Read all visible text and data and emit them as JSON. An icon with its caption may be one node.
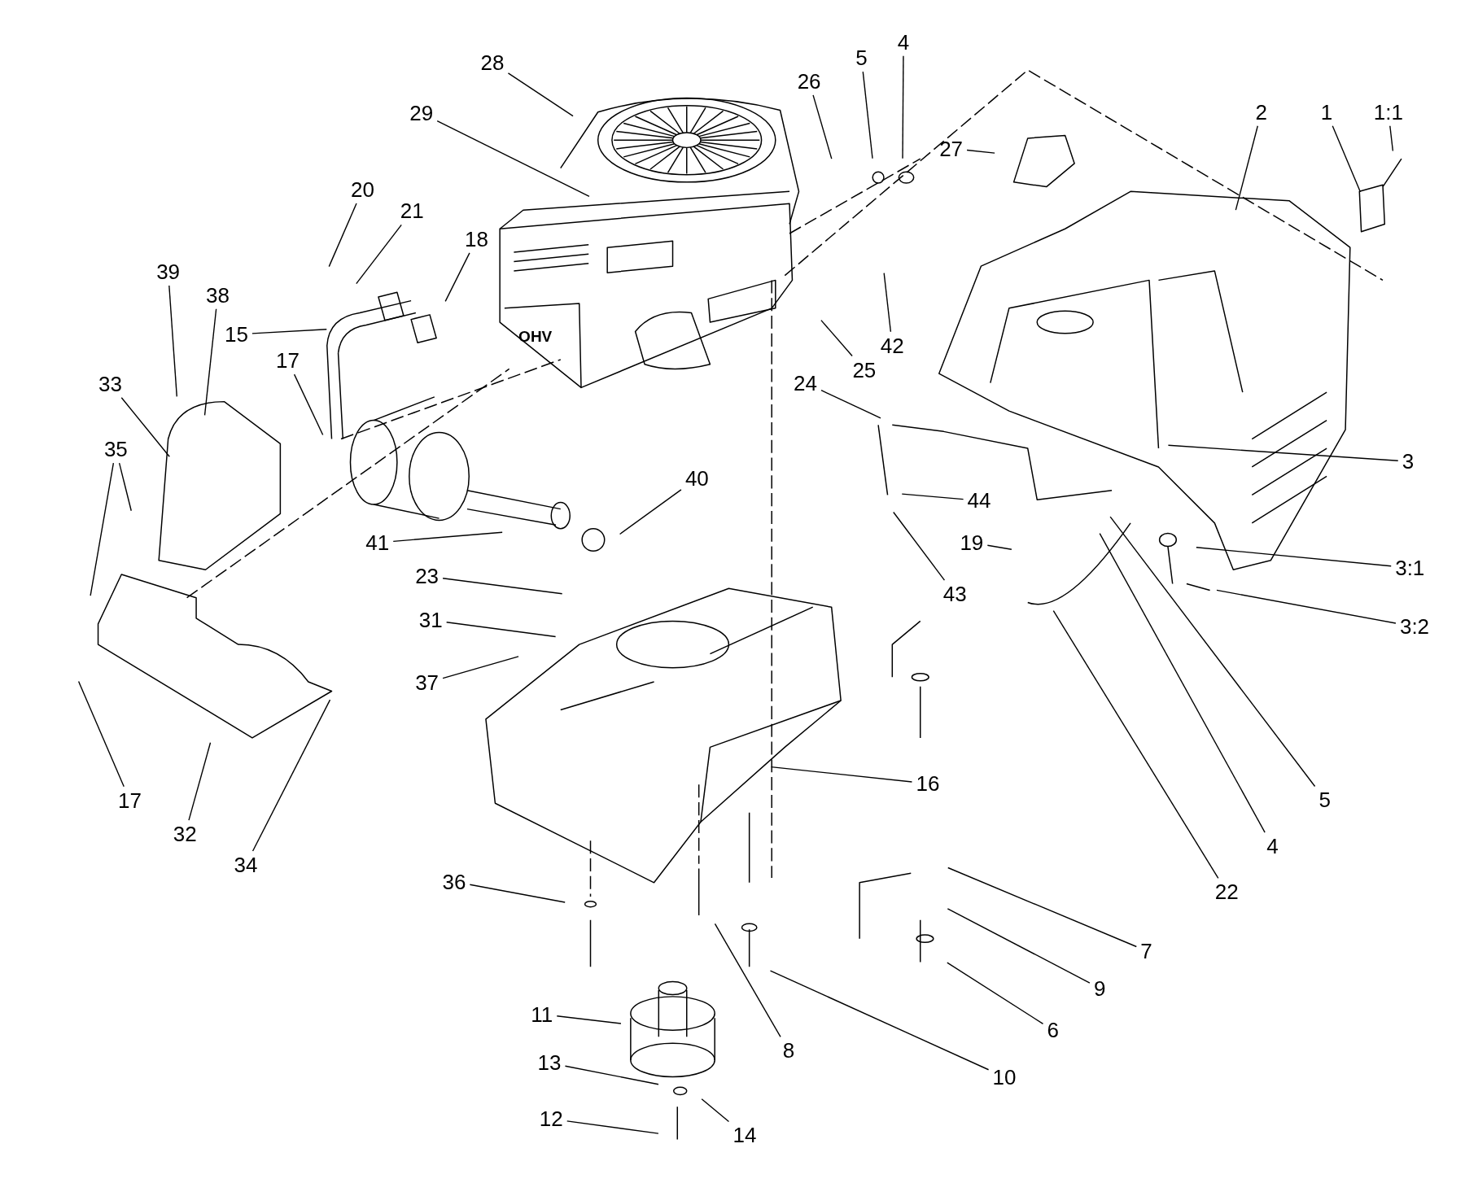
{
  "diagram": {
    "nodes": [
      {
        "text": [
          "28"
        ]
      },
      {
        "text": [
          "29"
        ]
      },
      {
        "text": [
          "26"
        ]
      },
      {
        "text": [
          "5"
        ]
      },
      {
        "text": [
          "4"
        ]
      },
      {
        "text": [
          "27"
        ]
      },
      {
        "text": [
          "2"
        ]
      },
      {
        "text": [
          "1"
        ]
      },
      {
        "text": [
          "1:1"
        ]
      },
      {
        "text": [
          "20"
        ]
      },
      {
        "text": [
          "21"
        ]
      },
      {
        "text": [
          "18"
        ]
      },
      {
        "text": [
          "39"
        ]
      },
      {
        "text": [
          "38"
        ]
      },
      {
        "text": [
          "15"
        ]
      },
      {
        "text": [
          "17"
        ]
      },
      {
        "text": [
          "42"
        ]
      },
      {
        "text": [
          "25"
        ]
      },
      {
        "text": [
          "33"
        ]
      },
      {
        "text": [
          "24"
        ]
      },
      {
        "text": [
          "35"
        ]
      },
      {
        "text": [
          "3"
        ]
      },
      {
        "text": [
          "40"
        ]
      },
      {
        "text": [
          "44"
        ]
      },
      {
        "text": [
          "41"
        ]
      },
      {
        "text": [
          "19"
        ]
      },
      {
        "text": [
          "3:1"
        ]
      },
      {
        "text": [
          "23"
        ]
      },
      {
        "text": [
          "43"
        ]
      },
      {
        "text": [
          "3:2"
        ]
      },
      {
        "text": [
          "31"
        ]
      },
      {
        "text": [
          "37"
        ]
      },
      {
        "text": [
          "16"
        ]
      },
      {
        "text": [
          "17"
        ]
      },
      {
        "text": [
          "5"
        ]
      },
      {
        "text": [
          "32"
        ]
      },
      {
        "text": [
          "4"
        ]
      },
      {
        "text": [
          "34"
        ]
      },
      {
        "text": [
          "36"
        ]
      },
      {
        "text": [
          "22"
        ]
      },
      {
        "text": [
          "7"
        ]
      },
      {
        "text": [
          "9"
        ]
      },
      {
        "text": [
          "11"
        ]
      },
      {
        "text": [
          "6"
        ]
      },
      {
        "text": [
          "8"
        ]
      },
      {
        "text": [
          "13"
        ]
      },
      {
        "text": [
          "10"
        ]
      },
      {
        "text": [
          "12"
        ]
      },
      {
        "text": [
          "14"
        ]
      }
    ],
    "edges": [
      {
        "from": 0,
        "to": null,
        "arrow": "none"
      },
      {
        "from": 1,
        "to": null,
        "arrow": "none"
      },
      {
        "from": 2,
        "to": null,
        "arrow": "none"
      },
      {
        "from": 3,
        "to": null,
        "arrow": "none"
      },
      {
        "from": 4,
        "to": null,
        "arrow": "none"
      },
      {
        "from": 5,
        "to": null,
        "arrow": "none"
      },
      {
        "from": 6,
        "to": null,
        "arrow": "none"
      },
      {
        "from": 7,
        "to": null,
        "arrow": "none"
      },
      {
        "from": 8,
        "to": null,
        "arrow": "none"
      },
      {
        "from": 9,
        "to": null,
        "arrow": "none"
      },
      {
        "from": 10,
        "to": null,
        "arrow": "none"
      },
      {
        "from": 11,
        "to": null,
        "arrow": "none"
      },
      {
        "from": 12,
        "to": null,
        "arrow": "none"
      },
      {
        "from": 13,
        "to": null,
        "arrow": "none"
      },
      {
        "from": 14,
        "to": null,
        "arrow": "none"
      },
      {
        "from": 15,
        "to": null,
        "arrow": "none"
      },
      {
        "from": 16,
        "to": null,
        "arrow": "none"
      },
      {
        "from": 17,
        "to": null,
        "arrow": "none"
      },
      {
        "from": 18,
        "to": null,
        "arrow": "none"
      },
      {
        "from": 19,
        "to": null,
        "arrow": "none"
      },
      {
        "from": 20,
        "to": null,
        "arrow": "none"
      },
      {
        "from": 20,
        "to": null,
        "arrow": "none"
      },
      {
        "from": 21,
        "to": null,
        "arrow": "none"
      },
      {
        "from": 22,
        "to": null,
        "arrow": "none"
      },
      {
        "from": 23,
        "to": null,
        "arrow": "none"
      },
      {
        "from": 24,
        "to": null,
        "arrow": "none"
      },
      {
        "from": 25,
        "to": null,
        "arrow": "none"
      },
      {
        "from": 26,
        "to": null,
        "arrow": "none"
      },
      {
        "from": 27,
        "to": null,
        "arrow": "none"
      },
      {
        "from": 28,
        "to": null,
        "arrow": "none"
      },
      {
        "from": 29,
        "to": null,
        "arrow": "none"
      },
      {
        "from": 30,
        "to": null,
        "arrow": "none"
      },
      {
        "from": 31,
        "to": null,
        "arrow": "none"
      },
      {
        "from": 32,
        "to": null,
        "arrow": "none"
      },
      {
        "from": 33,
        "to": null,
        "arrow": "none"
      },
      {
        "from": 34,
        "to": null,
        "arrow": "none"
      },
      {
        "from": 35,
        "to": null,
        "arrow": "none"
      },
      {
        "from": 36,
        "to": null,
        "arrow": "none"
      },
      {
        "from": 37,
        "to": null,
        "arrow": "none"
      },
      {
        "from": 38,
        "to": null,
        "arrow": "none"
      },
      {
        "from": 39,
        "to": null,
        "arrow": "none"
      },
      {
        "from": 40,
        "to": null,
        "arrow": "none"
      },
      {
        "from": 41,
        "to": null,
        "arrow": "none"
      },
      {
        "from": 42,
        "to": null,
        "arrow": "none"
      },
      {
        "from": 43,
        "to": null,
        "arrow": "none"
      },
      {
        "from": 44,
        "to": null,
        "arrow": "none"
      },
      {
        "from": 45,
        "to": null,
        "arrow": "none"
      },
      {
        "from": 46,
        "to": null,
        "arrow": "none"
      },
      {
        "from": 47,
        "to": null,
        "arrow": "none"
      },
      {
        "from": 48,
        "to": null,
        "arrow": "none"
      }
    ],
    "labels": [
      "OHV"
    ]
  }
}
